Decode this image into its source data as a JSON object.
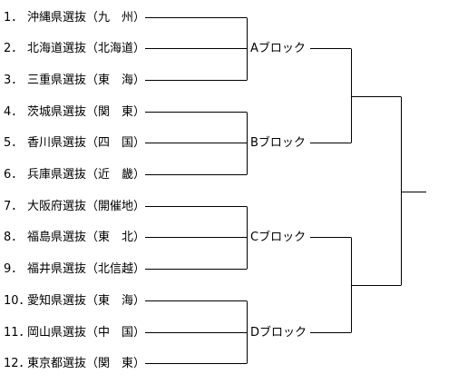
{
  "teams": [
    {
      "num": "1．",
      "name": "沖縄県選抜（九　州）"
    },
    {
      "num": "2．",
      "name": "北海道選抜（北海道）"
    },
    {
      "num": "3．",
      "name": "三重県選抜（東　海）"
    },
    {
      "num": "4．",
      "name": "茨城県選抜（関　東）"
    },
    {
      "num": "5．",
      "name": "香川県選抜（四　国）"
    },
    {
      "num": "6．",
      "name": "兵庫県選抜（近　畿）"
    },
    {
      "num": "7．",
      "name": "大阪府選抜（開催地）"
    },
    {
      "num": "8．",
      "name": "福島県選抜（東　北）"
    },
    {
      "num": "9．",
      "name": "福井県選抜（北信越）"
    },
    {
      "num": "10．",
      "name": "愛知県選抜（東　海）"
    },
    {
      "num": "11．",
      "name": "岡山県選抜（中　国）"
    },
    {
      "num": "12．",
      "name": "東京都選抜（関　東）"
    }
  ],
  "blocks": [
    {
      "label": "Aブロック"
    },
    {
      "label": "Bブロック"
    },
    {
      "label": "Cブロック"
    },
    {
      "label": "Dブロック"
    }
  ]
}
